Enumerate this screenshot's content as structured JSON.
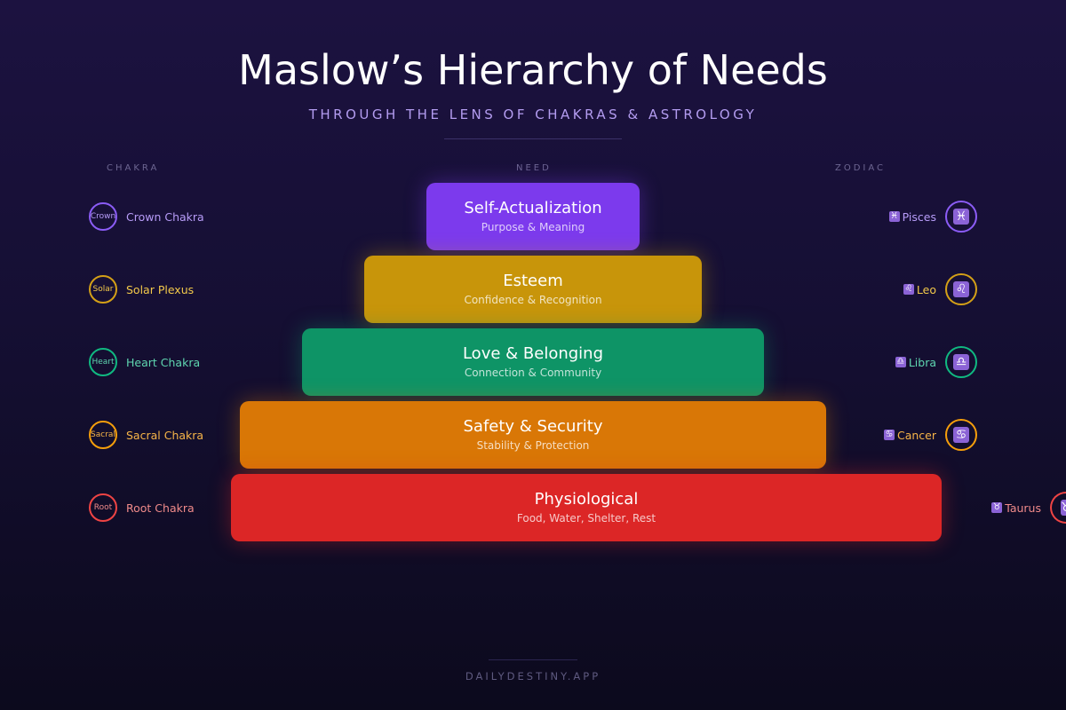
{
  "title": "Maslow’s Hierarchy of Needs",
  "subtitle": "THROUGH THE LENS OF CHAKRAS & ASTROLOGY",
  "column_headers": {
    "chakra": "CHAKRA",
    "need": "NEED",
    "zodiac": "ZODIAC"
  },
  "tiers": [
    {
      "name": "Self-Actualization",
      "sub": "Purpose & Meaning",
      "color": "#7c3aed"
    },
    {
      "name": "Esteem",
      "sub": "Confidence & Recognition",
      "color": "#c8950a"
    },
    {
      "name": "Love & Belonging",
      "sub": "Connection & Community",
      "color": "#0e9466"
    },
    {
      "name": "Safety & Security",
      "sub": "Stability & Protection",
      "color": "#d97706"
    },
    {
      "name": "Physiological",
      "sub": "Food, Water, Shelter, Rest",
      "color": "#dc2626"
    }
  ],
  "chakras": [
    {
      "short": "Crown",
      "label": "Crown Chakra",
      "color": "#8b5cf6",
      "text_color": "#b79cf8"
    },
    {
      "short": "Solar",
      "label": "Solar Plexus",
      "color": "#d4a017",
      "text_color": "#f3c94a"
    },
    {
      "short": "Heart",
      "label": "Heart Chakra",
      "color": "#10b981",
      "text_color": "#5fd6b0"
    },
    {
      "short": "Sacral",
      "label": "Sacral Chakra",
      "color": "#f59e0b",
      "text_color": "#f7b548"
    },
    {
      "short": "Root",
      "label": "Root Chakra",
      "color": "#ef4444",
      "text_color": "#f08a8a"
    }
  ],
  "zodiac": [
    {
      "symbol": "♓",
      "label": "Pisces",
      "icon": "pisces-icon",
      "color": "#8b5cf6",
      "text_color": "#b79cf8"
    },
    {
      "symbol": "♌",
      "label": "Leo",
      "icon": "leo-icon",
      "color": "#d4a017",
      "text_color": "#f3c94a"
    },
    {
      "symbol": "♎",
      "label": "Libra",
      "icon": "libra-icon",
      "color": "#10b981",
      "text_color": "#5fd6b0"
    },
    {
      "symbol": "♋",
      "label": "Cancer",
      "icon": "cancer-icon",
      "color": "#f59e0b",
      "text_color": "#f7b548"
    },
    {
      "symbol": "♉",
      "label": "Taurus",
      "icon": "taurus-icon",
      "color": "#ef4444",
      "text_color": "#f08a8a"
    }
  ],
  "footer": "DAILYDESTINY.APP"
}
